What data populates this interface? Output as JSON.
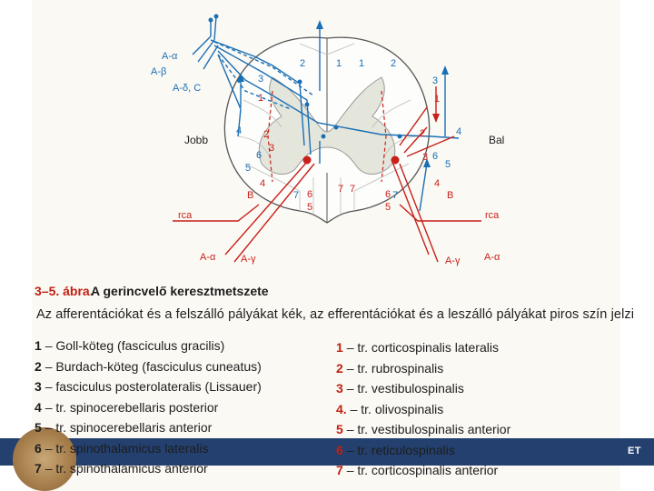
{
  "figure": {
    "number": "3–5. ábra.",
    "title": "A gerincvelő keresztmetszete",
    "subtitle": "Az afferentációkat és a felszálló pályákat kék, az efferentációkat és a leszálló pályákat piros szín jelzi"
  },
  "diagram_labels": {
    "jobb": "Jobb",
    "bal": "Bal",
    "a_alpha": "A-α",
    "a_beta": "A-β",
    "a_delta_c": "A-δ, C",
    "a_gamma": "A-γ",
    "rca": "rca",
    "b": "B",
    "nums": [
      "1",
      "2",
      "3",
      "4",
      "5",
      "6",
      "7"
    ]
  },
  "legend_left": [
    {
      "num": "1",
      "text": "– Goll-köteg (fasciculus gracilis)"
    },
    {
      "num": "2",
      "text": "– Burdach-köteg (fasciculus cuneatus)"
    },
    {
      "num": "3",
      "text": "– fasciculus posterolateralis (Lissauer)"
    },
    {
      "num": "4",
      "text": "– tr. spinocerebellaris posterior"
    },
    {
      "num": "5",
      "text": "– tr. spinocerebellaris anterior"
    },
    {
      "num": "6",
      "text": "– tr. spinothalamicus lateralis"
    },
    {
      "num": "7",
      "text": "– tr. spinothalamicus anterior"
    }
  ],
  "legend_right": [
    {
      "num": "1",
      "text": "– tr. corticospinalis lateralis"
    },
    {
      "num": "2",
      "text": "– tr. rubrospinalis"
    },
    {
      "num": "3",
      "text": "– tr. vestibulospinalis"
    },
    {
      "num": "4.",
      "text": "– tr. olivospinalis"
    },
    {
      "num": "5",
      "text": "– tr. vestibulospinalis anterior"
    },
    {
      "num": "6",
      "text": "– tr. reticulospinalis"
    },
    {
      "num": "7",
      "text": "– tr. corticospinalis anterior"
    }
  ],
  "footer": {
    "text": "ET"
  },
  "colors": {
    "afferent": "#1a6fb5",
    "efferent": "#c8201a",
    "grey_matter": "#e4e6dc"
  }
}
